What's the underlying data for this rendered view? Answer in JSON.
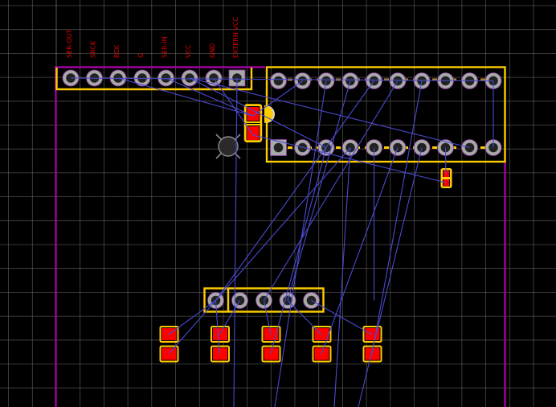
{
  "view": {
    "type": "pcb-layout-editor",
    "grid": "on"
  },
  "colors": {
    "background": "#000000",
    "grid": "#3a3a3a",
    "grid_major": "#6a6a6a",
    "board_outline": "#b000b0",
    "silkscreen": "#ffcc00",
    "ratsnest": "#4a4ad0",
    "pad_ring": "#a8a8a8",
    "pad_hole": "#222222",
    "pad_outline": "#8a3aa0",
    "smd_pad": "#ff0000",
    "label_text": "#dd0000",
    "component_body": "#2a2a2a"
  },
  "header_connector": {
    "pin_count": 8,
    "first_pin_square": false,
    "last_pin_square": true,
    "pins": [
      {
        "label": "SER-OUT"
      },
      {
        "label": "SRCK"
      },
      {
        "label": "RCK"
      },
      {
        "label": "G"
      },
      {
        "label": "SER-IN"
      },
      {
        "label": "VCC"
      },
      {
        "label": "GND"
      },
      {
        "label": "EXTERN VCC"
      }
    ]
  },
  "dip_chip": {
    "pins_per_side": 10,
    "pin1_square": true
  },
  "pin_header_5": {
    "pin_count": 5
  },
  "smd_pairs": {
    "count": 5
  },
  "capacitor_2pad": {
    "count": 1
  },
  "small_resistor": {
    "count": 1
  },
  "led": {
    "count": 1
  },
  "transistor_via": {
    "count": 1
  }
}
